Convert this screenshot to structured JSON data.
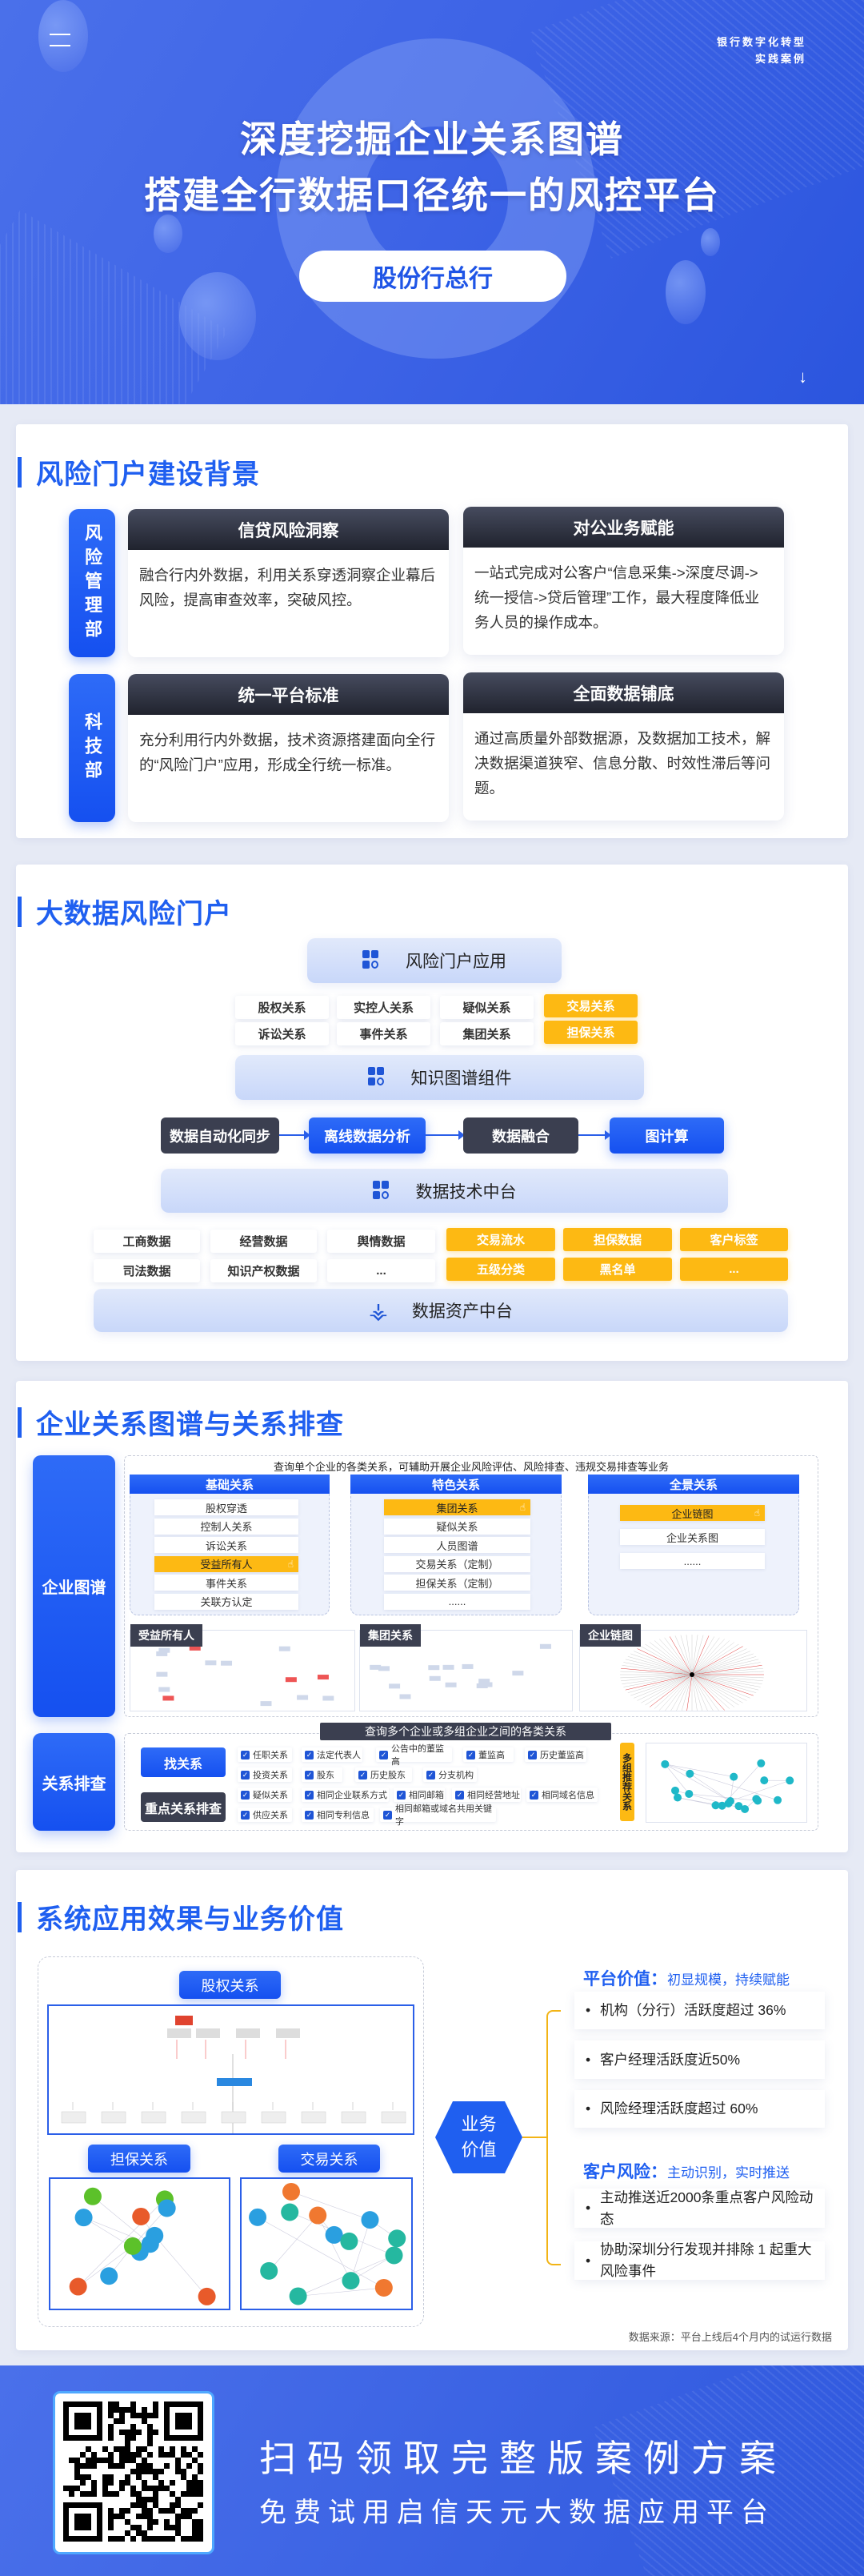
{
  "hero": {
    "tag_lines": [
      "银行数字化转型",
      "实践案例"
    ],
    "title_lines": [
      "深度挖掘企业关系图谱",
      "搭建全行数据口径统一的风控平台"
    ],
    "badge": "股份行总行"
  },
  "background": {
    "title": "风险门户建设背景",
    "groups": [
      {
        "dept": "风险管理部",
        "cards": [
          {
            "title": "信贷风险洞察",
            "text": "融合行内外数据，利用关系穿透洞察企业幕后风险，提高审查效率，突破风控。"
          },
          {
            "title": "对公业务赋能",
            "text": "一站式完成对公客户“信息采集->深度尽调->统一授信->贷后管理”工作，最大程度降低业务人员的操作成本。"
          }
        ]
      },
      {
        "dept": "科技部",
        "cards": [
          {
            "title": "统一平台标准",
            "text": "充分利用行内外数据，技术资源搭建面向全行的“风险门户”应用，形成全行统一标准。"
          },
          {
            "title": "全面数据铺底",
            "text": "通过高质量外部数据源，及数据加工技术，解决数据渠道狭窄、信息分散、时效性滞后等问题。"
          }
        ]
      }
    ]
  },
  "portal": {
    "title": "大数据风险门户",
    "app_label": "风险门户应用",
    "relations": [
      "股权关系",
      "实控人关系",
      "疑似关系",
      "诉讼关系",
      "事件关系",
      "集团关系"
    ],
    "relations_custom": [
      "交易关系",
      "担保关系"
    ],
    "kg_label": "知识图谱组件",
    "flow": [
      "数据自动化同步",
      "离线数据分析",
      "数据融合",
      "图计算"
    ],
    "tech_label": "数据技术中台",
    "data_std": [
      "工商数据",
      "经营数据",
      "舆情数据",
      "司法数据",
      "知识产权数据",
      "..."
    ],
    "data_custom": [
      "交易流水",
      "担保数据",
      "客户标签",
      "五级分类",
      "黑名单",
      "..."
    ],
    "asset_label": "数据资产中台"
  },
  "graph": {
    "title": "企业关系图谱与关系排查",
    "enterprise": {
      "label": "企业图谱",
      "query_text": "查询单个企业的各类关系，可辅助开展企业风险评估、风险排查、违规交易排查等业务",
      "columns": [
        {
          "header": "基础关系",
          "items": [
            {
              "label": "股权穿透",
              "hl": false
            },
            {
              "label": "控制人关系",
              "hl": false
            },
            {
              "label": "诉讼关系",
              "hl": false
            },
            {
              "label": "受益所有人",
              "hl": true
            },
            {
              "label": "事件关系",
              "hl": false
            },
            {
              "label": "关联方认定",
              "hl": false
            }
          ]
        },
        {
          "header": "特色关系",
          "items": [
            {
              "label": "集团关系",
              "hl": true
            },
            {
              "label": "疑似关系",
              "hl": false
            },
            {
              "label": "人员图谱",
              "hl": false
            },
            {
              "label": "交易关系（定制）",
              "hl": false
            },
            {
              "label": "担保关系（定制）",
              "hl": false
            },
            {
              "label": "......",
              "hl": false
            }
          ]
        },
        {
          "header": "全景关系",
          "items": [
            {
              "label": "企业链图",
              "hl": true
            },
            {
              "label": "企业关系图",
              "hl": false
            },
            {
              "label": "......",
              "hl": false
            }
          ]
        }
      ],
      "previews": [
        "受益所有人",
        "集团关系",
        "企业链图"
      ]
    },
    "check": {
      "label": "关系排查",
      "banner": "查询多个企业或多组企业之间的各类关系",
      "buttons": [
        "找关系",
        "重点关系排查"
      ],
      "options": [
        [
          "任职关系",
          "法定代表人",
          "公告中的董监高",
          "董监高",
          "历史董监高"
        ],
        [
          "投资关系",
          "股东",
          "历史股东",
          "分支机构"
        ],
        [
          "疑似关系",
          "相同企业联系方式",
          "相同邮箱",
          "相同经营地址",
          "相同域名信息"
        ],
        [
          "供应关系",
          "相同专利信息",
          "相同邮箱或域名共用关键字"
        ]
      ],
      "recommend_label": "多组推荐关系"
    }
  },
  "value": {
    "title": "系统应用效果与业务价值",
    "panels": [
      "股权关系",
      "担保关系",
      "交易关系"
    ],
    "hub_lines": [
      "业务",
      "价值"
    ],
    "platform": {
      "heading": "平台价值：",
      "sub": "初显规模，持续赋能",
      "items": [
        "机构（分行）活跃度超过 36%",
        "客户经理活跃度近50%",
        "风险经理活跃度超过 60%"
      ]
    },
    "customer": {
      "heading": "客户风险：",
      "sub": "主动识别，实时推送",
      "items": [
        "主动推送近2000条重点客户风险动态",
        "协助深圳分行发现并排除 1 起重大风险事件"
      ]
    },
    "source": "数据来源：平台上线后4个月内的试运行数据"
  },
  "footer": {
    "line1": "扫码领取完整版案例方案",
    "line2": "免费试用启信天元大数据应用平台"
  },
  "colors": {
    "brand_blue": "#1f5ff0",
    "highlight_yellow": "#fdb913",
    "dark": "#3b3f50"
  }
}
